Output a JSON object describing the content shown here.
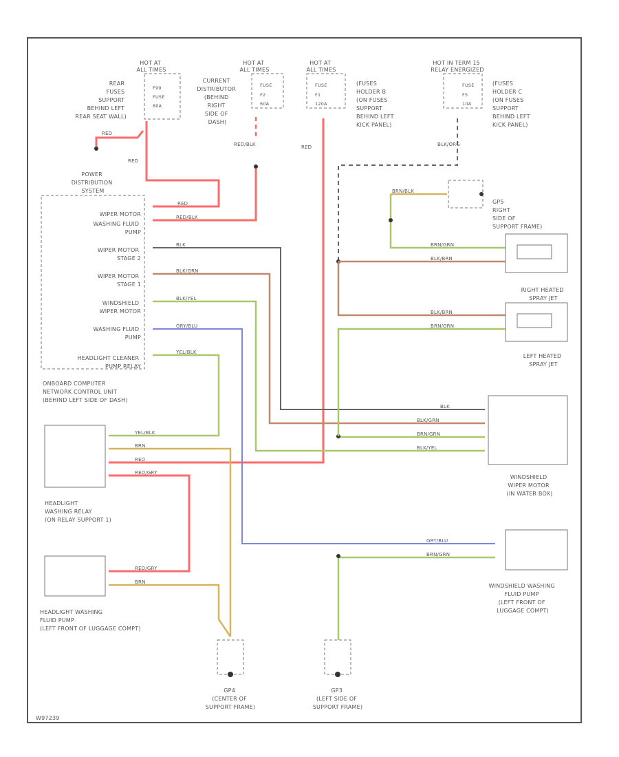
{
  "sources": {
    "s1_hot": [
      "HOT AT",
      "ALL TIMES"
    ],
    "s1_loc": [
      "REAR",
      "FUSES",
      "SUPPORT",
      "BEHIND LEFT",
      "REAR SEAT WALL)"
    ],
    "s1_fuse": [
      "F99",
      "FUSE",
      "80A"
    ],
    "s2_hot": [
      "HOT AT",
      "ALL TIMES"
    ],
    "s2_loc": [
      "CURRENT",
      "DISTRIBUTOR",
      "(BEHIND",
      "RIGHT",
      "SIDE OF",
      "DASH)"
    ],
    "s2_fuse": [
      "FUSE",
      "F2",
      "60A"
    ],
    "s3_hot": [
      "HOT AT",
      "ALL TIMES"
    ],
    "s3_loc": [
      "(FUSES",
      "HOLDER B",
      "(ON FUSES",
      "SUPPORT",
      "BEHIND LEFT",
      "KICK PANEL)"
    ],
    "s3_fuse": [
      "FUSE",
      "F1",
      "120A"
    ],
    "s4_hot": [
      "HOT IN TERM 15",
      "RELAY ENERGIZED"
    ],
    "s4_loc": [
      "(FUSES",
      "HOLDER C",
      "(ON FUSES",
      "SUPPORT",
      "BEHIND LEFT",
      "KICK PANEL)"
    ],
    "s4_fuse": [
      "FUSE",
      "F5",
      "10A"
    ]
  },
  "pds": {
    "title": [
      "POWER",
      "DISTRIBUTION",
      "SYSTEM"
    ],
    "rows": [
      [
        "WIPER MOTOR"
      ],
      [
        "WASHING FLUID",
        "PUMP"
      ],
      [
        "WIPER MOTOR",
        "STAGE 2"
      ],
      [
        "WIPER MOTOR",
        "STAGE 1"
      ],
      [
        "WINDSHIELD",
        "WIPER MOTOR"
      ],
      [
        "WASHING FLUID",
        "PUMP"
      ],
      [
        "HEADLIGHT CLEANER",
        "PUMP RELAY"
      ]
    ],
    "caption": [
      "ONBOARD COMPUTER",
      "NETWORK CONTROL UNIT",
      "(BEHIND LEFT SIDE OF DASH)"
    ]
  },
  "components": {
    "gp5": [
      "GP5",
      "RIGHT",
      "SIDE OF",
      "SUPPORT FRAME)"
    ],
    "right_jet": [
      "RIGHT HEATED",
      "SPRAY JET"
    ],
    "left_jet": [
      "LEFT HEATED",
      "SPRAY JET"
    ],
    "wiper_motor": [
      "WINDSHIELD",
      "WIPER MOTOR",
      "(IN WATER BOX)"
    ],
    "hl_relay": [
      "HEADLIGHT",
      "WASHING RELAY",
      "(ON RELAY SUPPORT 1)"
    ],
    "hl_pump": [
      "HEADLIGHT WASHING",
      "FLUID PUMP",
      "(LEFT FRONT OF LUGGAGE COMPT)"
    ],
    "ws_pump": [
      "WINDSHIELD WASHING",
      "FLUID PUMP",
      "(LEFT FRONT OF",
      "LUGGAGE COMPT)"
    ],
    "gp4": [
      "GP4",
      "(CENTER OF",
      "SUPPORT FRAME)"
    ],
    "gp3": [
      "GP3",
      "(LEFT SIDE OF",
      "SUPPORT FRAME)"
    ]
  },
  "wires": {
    "red": "RED",
    "red_blk": "RED/BLK",
    "blk": "BLK",
    "blk_org": "BLK/ORG",
    "brn_blk": "BRN/BLK",
    "blk_grn": "BLK/GRN",
    "blk_brn": "BLK/BRN",
    "brn_grn": "BRN/GRN",
    "blk_yel": "BLK/YEL",
    "grn_blu": "GRY/BLU",
    "yel_blk": "YEL/BLK",
    "brn": "BRN",
    "red_gry": "RED/GRY"
  },
  "colors": {
    "red": "#ff6b6b",
    "black": "#555555",
    "brown": "#c08a6a",
    "yellow": "#d7b45a",
    "green": "#a8c86a",
    "blue": "#7f86e0",
    "orange": "#e0a070"
  },
  "footer": {
    "code": "W97239"
  }
}
